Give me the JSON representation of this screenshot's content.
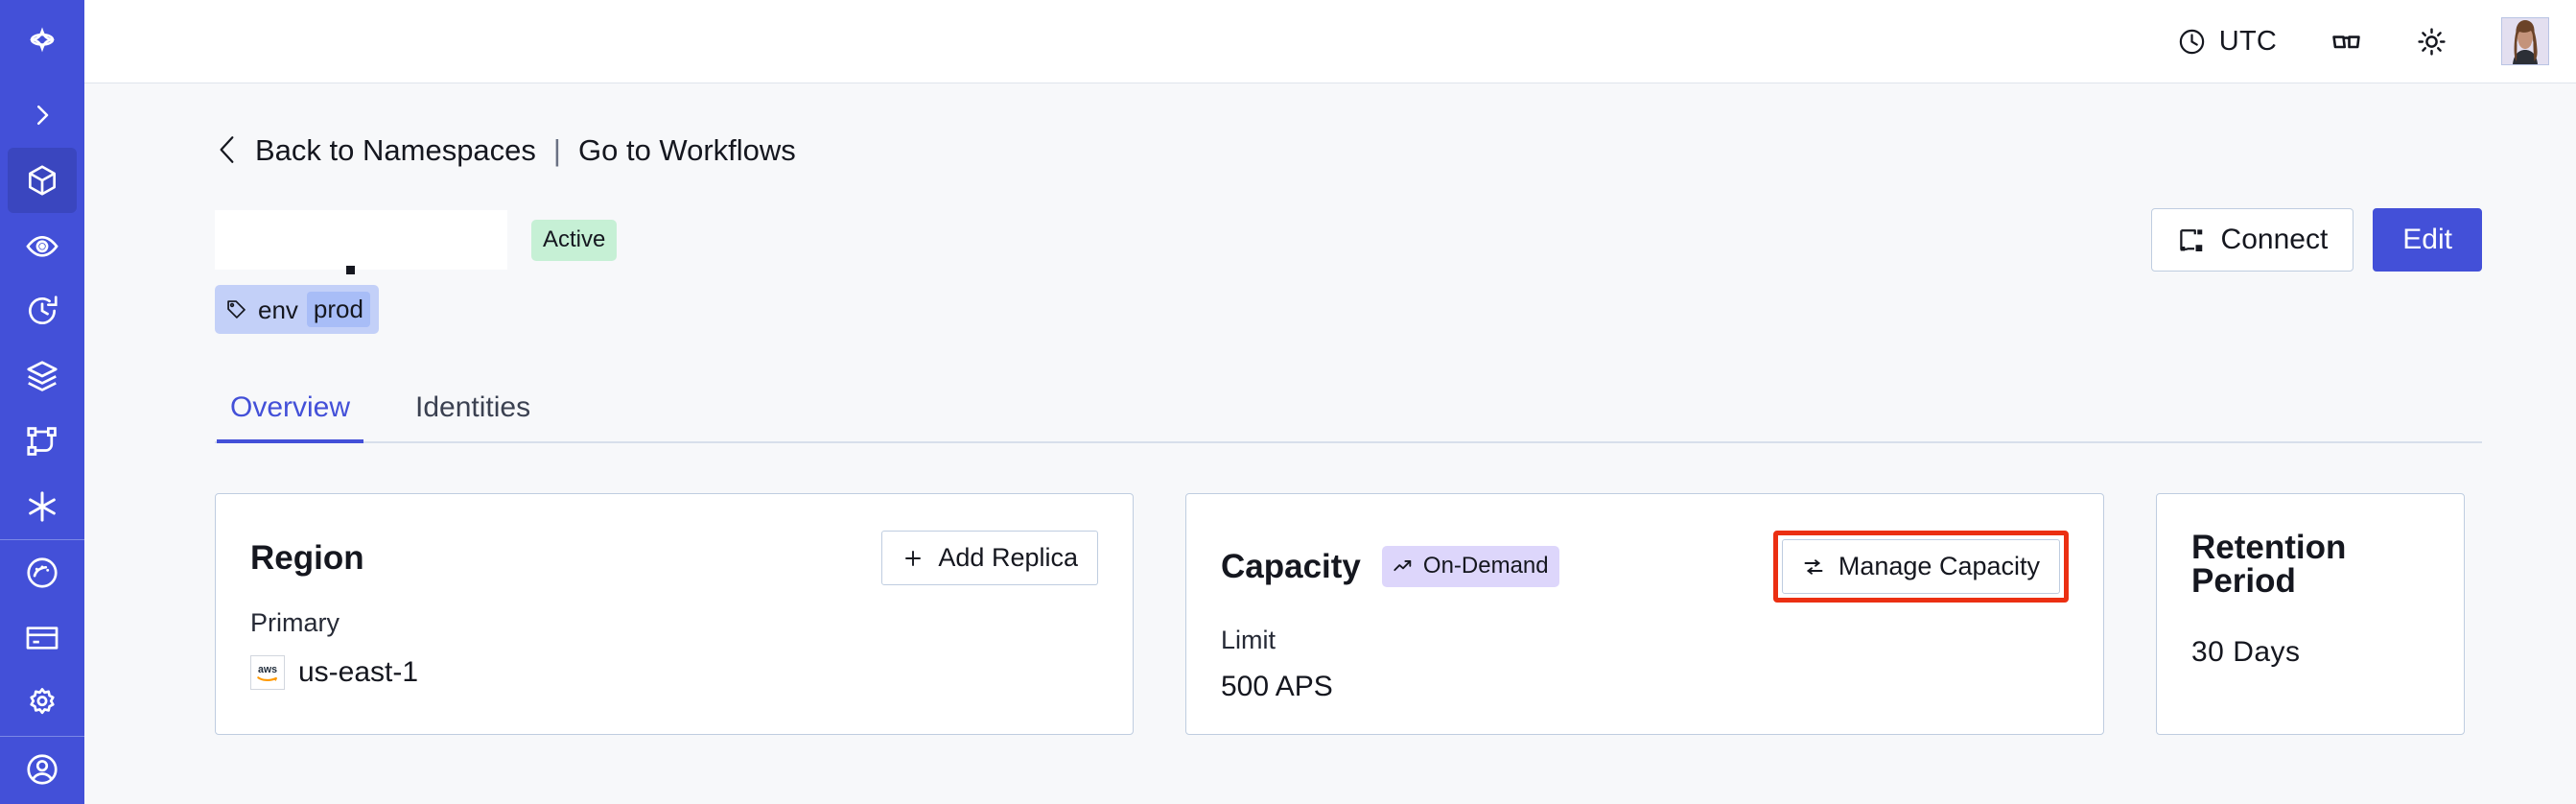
{
  "sidebar": {
    "brand_color": "#4350d8",
    "items": [
      {
        "name": "logo",
        "icon": "temporal-logo-icon",
        "active": false
      },
      {
        "name": "expand",
        "icon": "chevron-right-icon",
        "active": false
      },
      {
        "name": "namespaces",
        "icon": "cube-icon",
        "active": true
      },
      {
        "name": "observability",
        "icon": "eye-icon",
        "active": false
      },
      {
        "name": "schedules",
        "icon": "clock-history-icon",
        "active": false
      },
      {
        "name": "layers",
        "icon": "layers-icon",
        "active": false
      },
      {
        "name": "workflows",
        "icon": "nodes-icon",
        "active": false
      },
      {
        "name": "nexus",
        "icon": "asterisk-icon",
        "active": false
      },
      {
        "name": "usage",
        "icon": "gauge-icon",
        "active": false
      },
      {
        "name": "billing",
        "icon": "credit-card-icon",
        "active": false
      },
      {
        "name": "settings",
        "icon": "gear-icon",
        "active": false
      },
      {
        "name": "account",
        "icon": "user-circle-icon",
        "active": false
      }
    ]
  },
  "topbar": {
    "timezone": "UTC",
    "clock_icon": "clock-icon",
    "docs_icon": "glasses-icon",
    "theme_icon": "sun-icon",
    "avatar_name": "user-avatar"
  },
  "breadcrumb": {
    "back_chevron": "chevron-left-icon",
    "back_label": "Back to Namespaces",
    "divider": "|",
    "forward_label": "Go to Workflows"
  },
  "header": {
    "namespace_name": "",
    "status_badge": "Active",
    "status_badge_color": "#c6f0d5",
    "connect_label": "Connect",
    "connect_icon": "connect-icon",
    "edit_label": "Edit",
    "edit_color": "#4350d8",
    "tag": {
      "icon": "tag-icon",
      "key": "env",
      "value": "prod"
    }
  },
  "tabs": [
    {
      "label": "Overview",
      "selected": true
    },
    {
      "label": "Identities",
      "selected": false
    }
  ],
  "cards": {
    "region": {
      "title": "Region",
      "action_label": "Add Replica",
      "action_icon": "plus-icon",
      "label": "Primary",
      "provider_icon": "aws-logo-icon",
      "value": "us-east-1"
    },
    "capacity": {
      "title": "Capacity",
      "badge_label": "On-Demand",
      "badge_icon": "trending-up-icon",
      "badge_color": "#ddd6fb",
      "action_label": "Manage Capacity",
      "action_icon": "sliders-icon",
      "action_highlight_color": "#eb2f12",
      "label": "Limit",
      "value": "500 APS"
    },
    "retention": {
      "title": "Retention Period",
      "value": "30  Days"
    }
  }
}
